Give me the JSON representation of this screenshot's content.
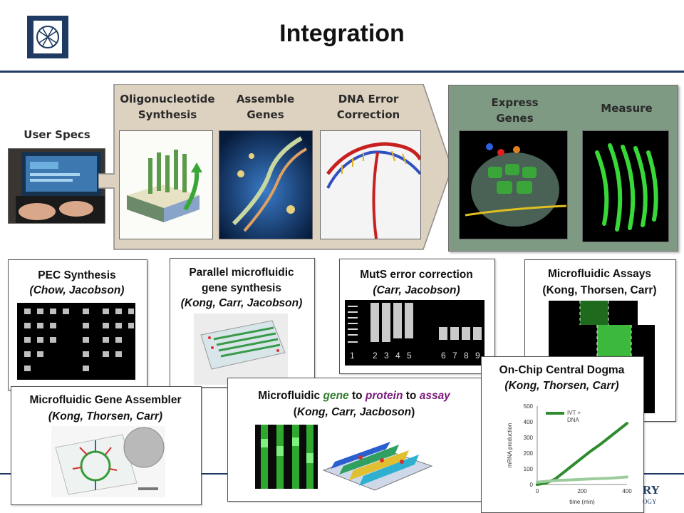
{
  "header": {
    "title": "Integration"
  },
  "workflow": {
    "user_specs": "User Specs",
    "steps": [
      {
        "label": "Oligonucleotide\nSynthesis"
      },
      {
        "label": "Assemble\nGenes"
      },
      {
        "label": "DNA Error\nCorrection"
      },
      {
        "label": "Express\nGenes"
      },
      {
        "label": "Measure"
      }
    ],
    "colors": {
      "tan_panel": "#ddd1bf",
      "green_panel": "#7e9a83"
    }
  },
  "cards": {
    "pec": {
      "title": "PEC Synthesis",
      "authors": "(Chow, Jacobson)"
    },
    "parallel": {
      "title_l1": "Parallel microfluidic",
      "title_l2": "gene synthesis",
      "authors": "(Kong, Carr, Jacobson)"
    },
    "muts": {
      "title": "MutS error correction",
      "authors": "(Carr, Jacobson)",
      "lanes": [
        "1",
        "2",
        "3",
        "4",
        "5",
        "6",
        "7",
        "8",
        "9"
      ]
    },
    "assays": {
      "title": "Microfluidic Assays",
      "authors": "(Kong, Thorsen, Carr)"
    },
    "assembler": {
      "title": "Microfluidic Gene Assembler",
      "authors": "(Kong, Thorsen, Carr)"
    },
    "gpa": {
      "t1": "Microfluidic ",
      "t2": "gene",
      "t3": " to ",
      "t4": "protein",
      "t5": " to ",
      "t6": "assay",
      "authors": "(Kong, Carr, Jacboson)"
    },
    "dogma": {
      "title": "On-Chip Central Dogma",
      "authors": "(Kong, Thorsen, Carr)"
    }
  },
  "chart_data": {
    "type": "line",
    "title": "",
    "xlabel": "time (min)",
    "ylabel": "mRNA production",
    "xlim": [
      0,
      400
    ],
    "ylim": [
      0,
      500
    ],
    "xticks": [
      "0",
      "200",
      "400"
    ],
    "yticks": [
      "0",
      "100",
      "200",
      "300",
      "400",
      "500"
    ],
    "legend": "IVT + DNA",
    "series": [
      {
        "name": "IVT + DNA",
        "color": "#2e8b2e",
        "x": [
          0,
          40,
          80,
          120,
          160,
          200,
          240,
          280,
          320,
          360,
          400
        ],
        "y": [
          0,
          10,
          35,
          80,
          125,
          170,
          215,
          255,
          300,
          345,
          390
        ]
      },
      {
        "name": "",
        "color": "#9ccc9c",
        "x": [
          0,
          40,
          80,
          120,
          160,
          200,
          240,
          280,
          320,
          360,
          400
        ],
        "y": [
          15,
          20,
          25,
          28,
          30,
          33,
          36,
          38,
          40,
          44,
          48
        ]
      }
    ]
  }
}
